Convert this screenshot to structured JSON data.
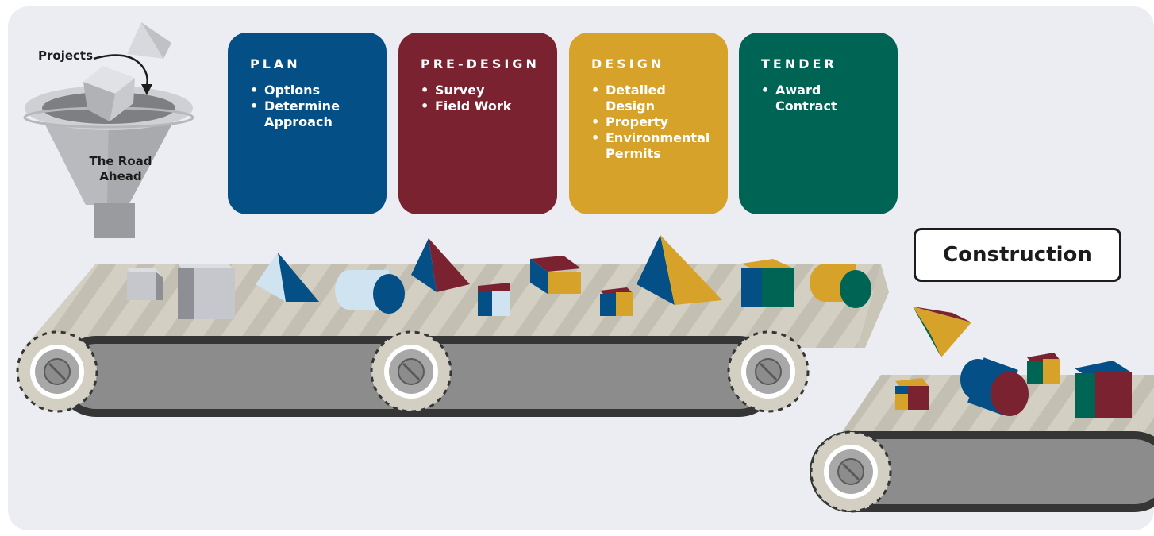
{
  "funnel": {
    "projects_label": "Projects",
    "road_line1": "The Road",
    "road_line2": "Ahead"
  },
  "phases": [
    {
      "title": "PLAN",
      "items": [
        "Options",
        "Determine Approach"
      ],
      "color": "#034f86"
    },
    {
      "title": "PRE-DESIGN",
      "items": [
        "Survey",
        "Field Work"
      ],
      "color": "#7a2230"
    },
    {
      "title": "DESIGN",
      "items": [
        "Detailed Design",
        "Property",
        "Environmental Permits"
      ],
      "color": "#d6a22a"
    },
    {
      "title": "TENDER",
      "items": [
        "Award Contract"
      ],
      "color": "#006454"
    }
  ],
  "construction": {
    "label": "Construction"
  },
  "colors": {
    "background": "#ecedf2",
    "belt_surface": "#d3d0c3",
    "belt_stripe": "#bdb9ab",
    "belt_side": "#8c8c8c",
    "gear": "#d3d0c3",
    "blue": "#034f86",
    "red": "#7a2230",
    "gold": "#d6a22a",
    "green": "#006454",
    "grey_light": "#c5c7cc",
    "grey_dark": "#8d8f94",
    "pale_blue": "#cfe3f0"
  }
}
